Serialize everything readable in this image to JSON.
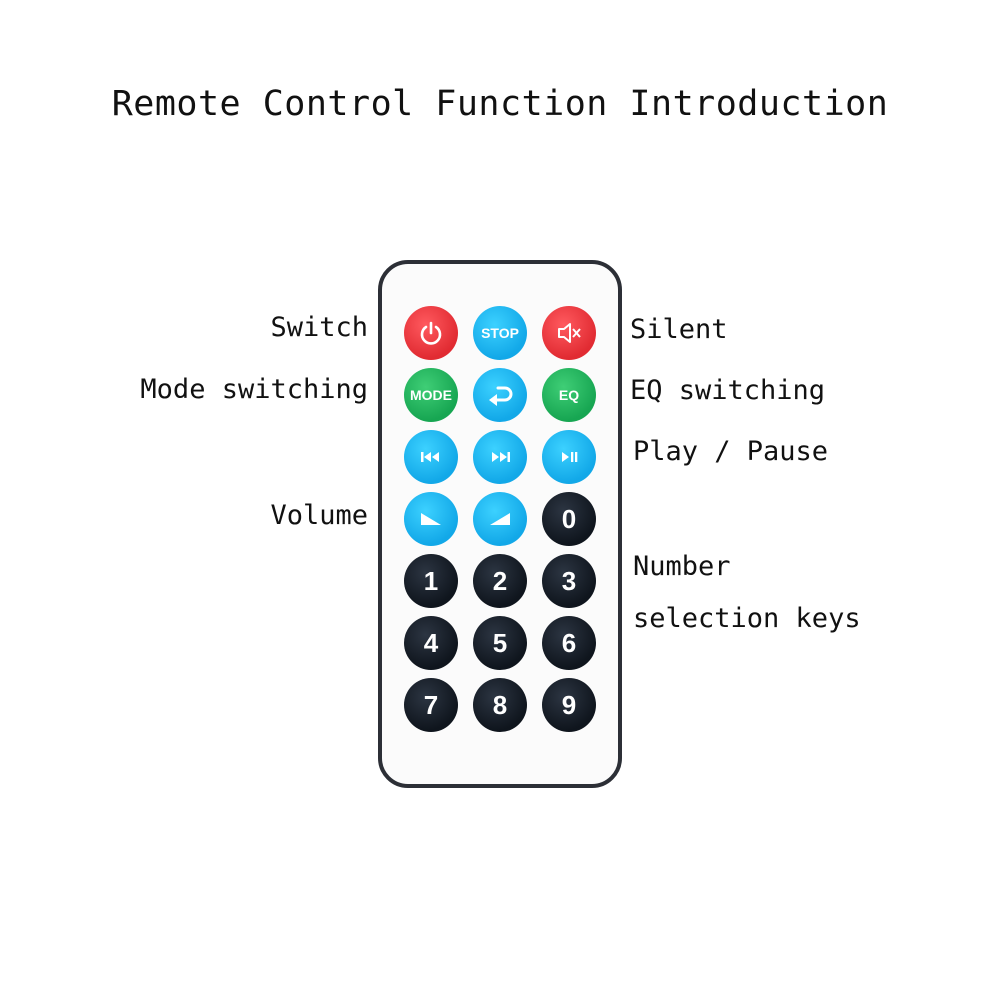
{
  "title": "Remote Control Function Introduction",
  "labels": {
    "switch": "Switch",
    "mode_switching": "Mode switching",
    "volume": "Volume",
    "silent": "Silent",
    "eq_switching": "EQ switching",
    "play_pause": "Play / Pause",
    "number_line1": "Number",
    "number_line2": "selection keys"
  },
  "remote": {
    "buttons": {
      "stop": "STOP",
      "mode": "MODE",
      "eq": "EQ",
      "d0": "0",
      "d1": "1",
      "d2": "2",
      "d3": "3",
      "d4": "4",
      "d5": "5",
      "d6": "6",
      "d7": "7",
      "d8": "8",
      "d9": "9"
    },
    "icons": {
      "power": "power-icon",
      "mute": "mute-icon",
      "return": "return-icon",
      "previous": "previous-track-icon",
      "next": "next-track-icon",
      "play_pause": "play-pause-icon",
      "volume_down": "volume-down-icon",
      "volume_up": "volume-up-icon"
    },
    "colors": {
      "red": "#e12b32",
      "blue": "#12a8e8",
      "green": "#17a652",
      "black": "#0f151d",
      "body_outline": "#2c2f36"
    }
  }
}
